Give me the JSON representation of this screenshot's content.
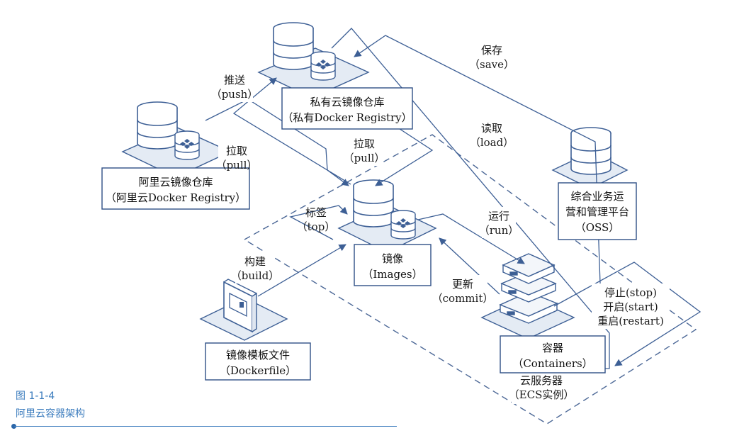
{
  "colors": {
    "line": "#3d5f95",
    "dash": "#4b6796",
    "platform": "#e4ebf4",
    "caption": "#3a7bbd"
  },
  "nodes": {
    "private_registry": {
      "line1": "私有云镜像仓库",
      "line2": "（私有Docker Registry）"
    },
    "aliyun_registry": {
      "line1": "阿里云镜像仓库",
      "line2": "（阿里云Docker Registry）"
    },
    "oss": {
      "line1": "综合业务运",
      "line2": "营和管理平台",
      "line3": "（OSS）"
    },
    "images": {
      "line1": "镜像",
      "line2": "（Images）"
    },
    "containers": {
      "line1": "容器",
      "line2": "（Containers）"
    },
    "dockerfile": {
      "line1": "镜像模板文件",
      "line2": "（Dockerfile）"
    }
  },
  "edges": {
    "save": {
      "zh": "保存",
      "en": "（save）"
    },
    "load": {
      "zh": "读取",
      "en": "（load）"
    },
    "push": {
      "zh": "推送",
      "en": "（push）"
    },
    "pull_private": {
      "zh": "拉取",
      "en": "（pull）"
    },
    "pull_aliyun": {
      "zh": "拉取",
      "en": "（pull）"
    },
    "tag": {
      "zh": "标签",
      "en": "（top）"
    },
    "run": {
      "zh": "运行",
      "en": "（run）"
    },
    "commit": {
      "zh": "更新",
      "en": "（commit）"
    },
    "build": {
      "zh": "构建",
      "en": "（build）"
    },
    "lifecycle": {
      "stop": "停止(stop)",
      "start": "开启(start)",
      "restart": "重启(restart)"
    }
  },
  "region": {
    "line1": "云服务器",
    "line2": "（ECS实例）"
  },
  "caption": {
    "number": "图 1-1-4",
    "title": "阿里云容器架构"
  }
}
